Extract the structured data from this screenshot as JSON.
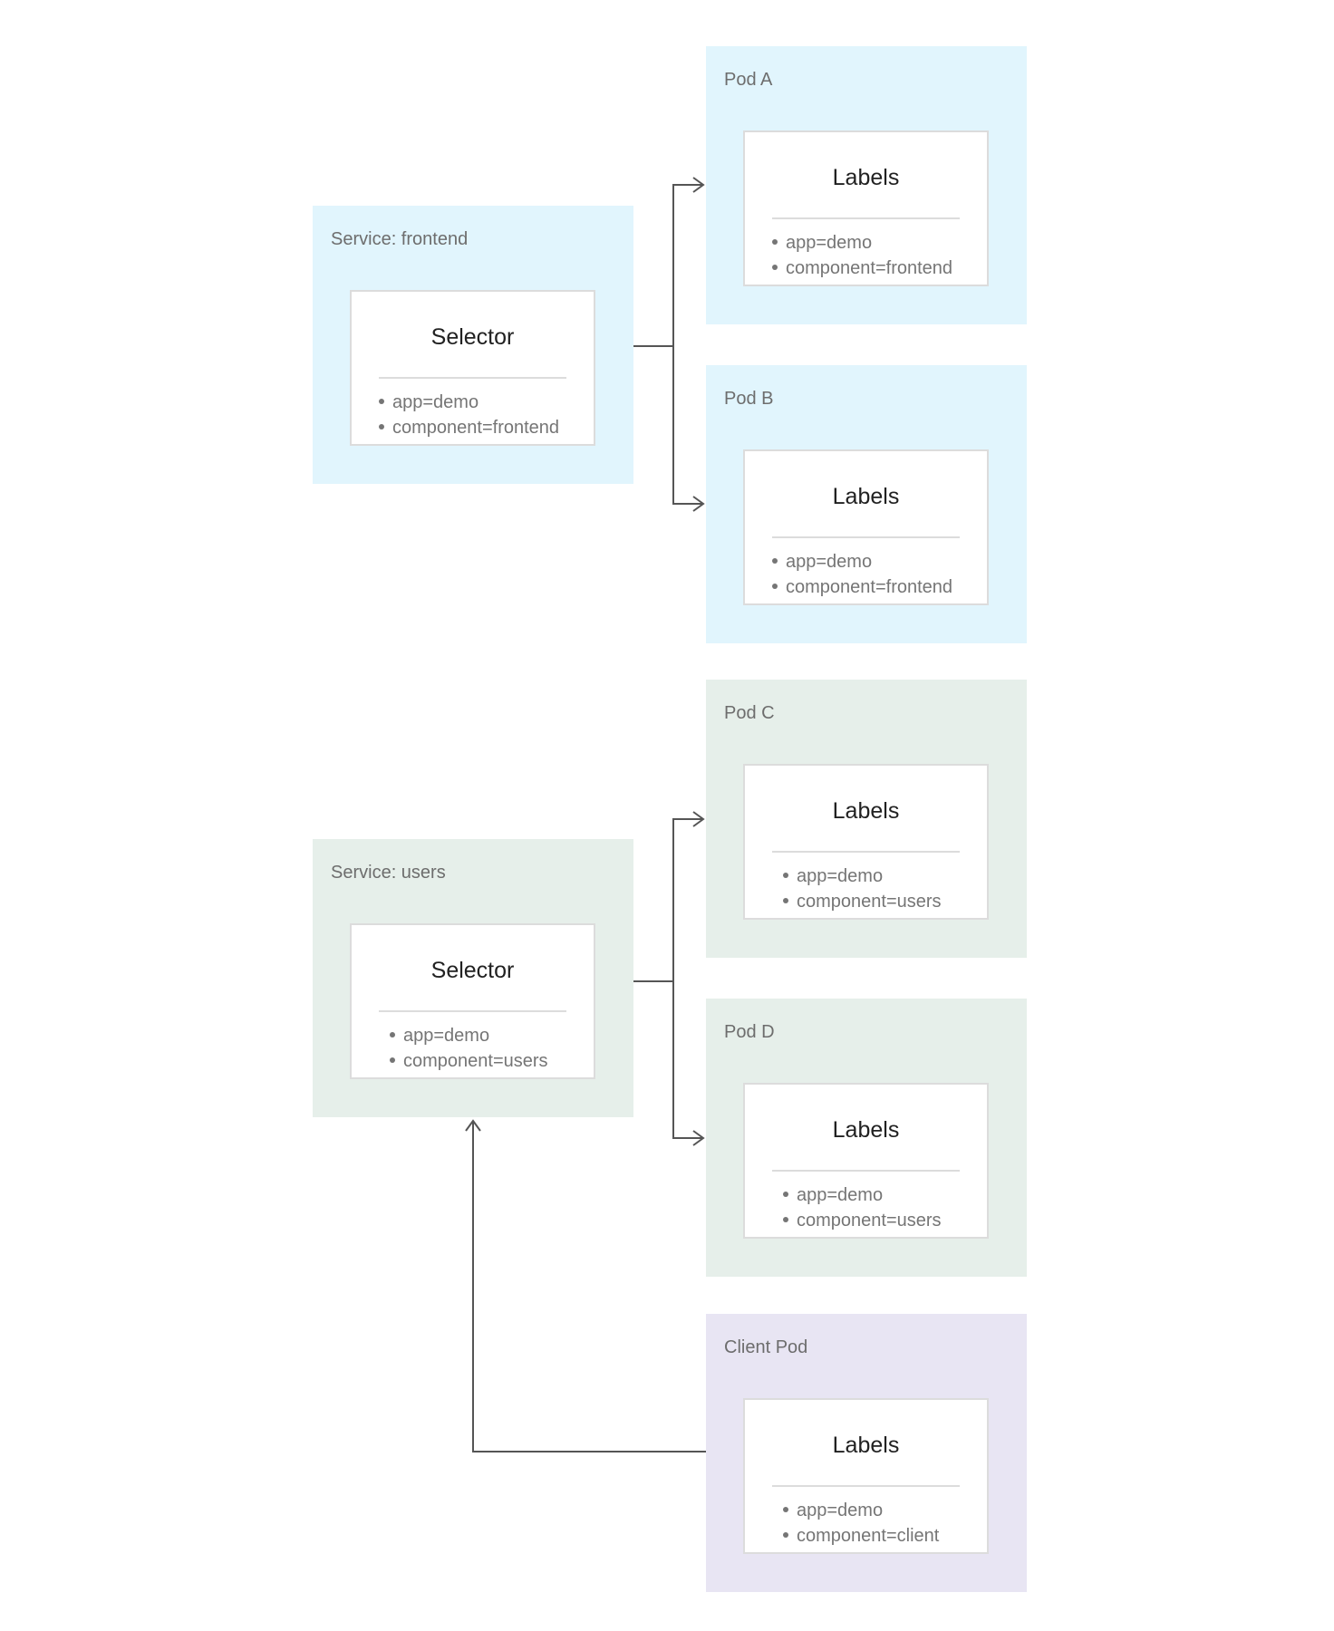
{
  "colors": {
    "frontend": "#e1f5fd",
    "users": "#e6efea",
    "client": "#e8e5f3",
    "line": "#555555"
  },
  "services": [
    {
      "id": "frontend",
      "title": "Service: frontend",
      "card_title": "Selector",
      "items": [
        "app=demo",
        "component=frontend"
      ]
    },
    {
      "id": "users",
      "title": "Service: users",
      "card_title": "Selector",
      "items": [
        "app=demo",
        "component=users"
      ]
    }
  ],
  "pods": [
    {
      "id": "pod-a",
      "title": "Pod A",
      "card_title": "Labels",
      "items": [
        "app=demo",
        "component=frontend"
      ]
    },
    {
      "id": "pod-b",
      "title": "Pod B",
      "card_title": "Labels",
      "items": [
        "app=demo",
        "component=frontend"
      ]
    },
    {
      "id": "pod-c",
      "title": "Pod C",
      "card_title": "Labels",
      "items": [
        "app=demo",
        "component=users"
      ]
    },
    {
      "id": "pod-d",
      "title": "Pod D",
      "card_title": "Labels",
      "items": [
        "app=demo",
        "component=users"
      ]
    },
    {
      "id": "client-pod",
      "title": "Client Pod",
      "card_title": "Labels",
      "items": [
        "app=demo",
        "component=client"
      ]
    }
  ],
  "edges": [
    {
      "from": "Service: frontend",
      "to": "Pod A"
    },
    {
      "from": "Service: frontend",
      "to": "Pod B"
    },
    {
      "from": "Service: users",
      "to": "Pod C"
    },
    {
      "from": "Service: users",
      "to": "Pod D"
    },
    {
      "from": "Client Pod",
      "to": "Service: users"
    }
  ]
}
